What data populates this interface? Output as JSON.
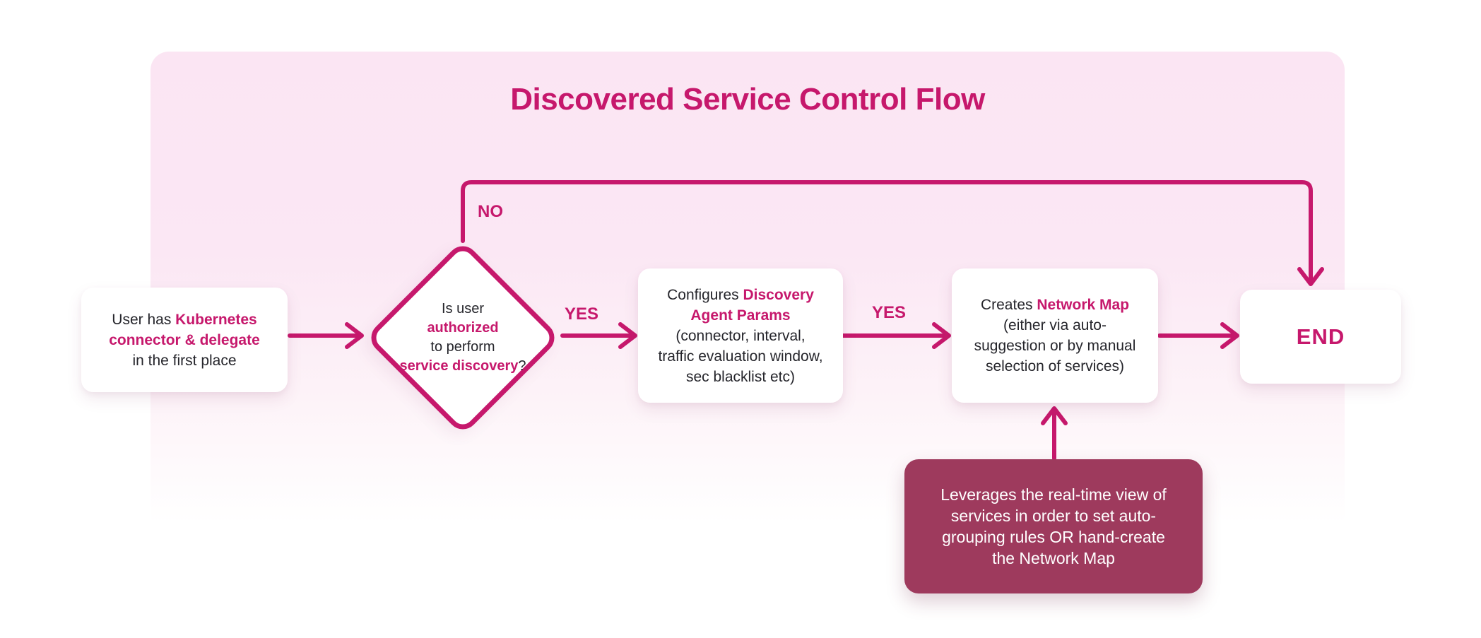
{
  "title": "Discovered Service Control Flow",
  "colors": {
    "accent": "#C6186C",
    "note_bg": "#9E3A5D",
    "text": "#25252B",
    "board_bg": "#FBE5F3"
  },
  "labels": {
    "no": "NO",
    "yes_1": "YES",
    "yes_2": "YES"
  },
  "nodes": {
    "start": {
      "lines": [
        [
          {
            "t": "User has ",
            "em": false
          },
          {
            "t": "Kubernetes",
            "em": true
          }
        ],
        [
          {
            "t": "connector & delegate",
            "em": true
          }
        ],
        [
          {
            "t": "in the first place",
            "em": false
          }
        ]
      ]
    },
    "decision": {
      "lines": [
        [
          {
            "t": "Is user",
            "em": false
          }
        ],
        [
          {
            "t": "authorized",
            "em": true
          }
        ],
        [
          {
            "t": "to perform",
            "em": false
          }
        ],
        [
          {
            "t": "service discovery",
            "em": true
          },
          {
            "t": "?",
            "em": false
          }
        ]
      ]
    },
    "configure": {
      "lines": [
        [
          {
            "t": "Configures ",
            "em": false
          },
          {
            "t": "Discovery",
            "em": true
          }
        ],
        [
          {
            "t": "Agent Params",
            "em": true
          }
        ],
        [
          {
            "t": "(connector, interval,",
            "em": false
          }
        ],
        [
          {
            "t": "traffic evaluation window,",
            "em": false
          }
        ],
        [
          {
            "t": "sec blacklist etc)",
            "em": false
          }
        ]
      ]
    },
    "create": {
      "lines": [
        [
          {
            "t": "Creates ",
            "em": false
          },
          {
            "t": "Network Map",
            "em": true
          }
        ],
        [
          {
            "t": "(either via auto-",
            "em": false
          }
        ],
        [
          {
            "t": "suggestion or by manual",
            "em": false
          }
        ],
        [
          {
            "t": "selection of services)",
            "em": false
          }
        ]
      ]
    },
    "end": {
      "label": "END"
    },
    "note": {
      "lines": [
        [
          {
            "t": "Leverages the real-time view of",
            "em": false
          }
        ],
        [
          {
            "t": "services in order to set auto-",
            "em": false
          }
        ],
        [
          {
            "t": "grouping rules OR hand-create",
            "em": false
          }
        ],
        [
          {
            "t": "the Network Map",
            "em": false
          }
        ]
      ]
    }
  }
}
